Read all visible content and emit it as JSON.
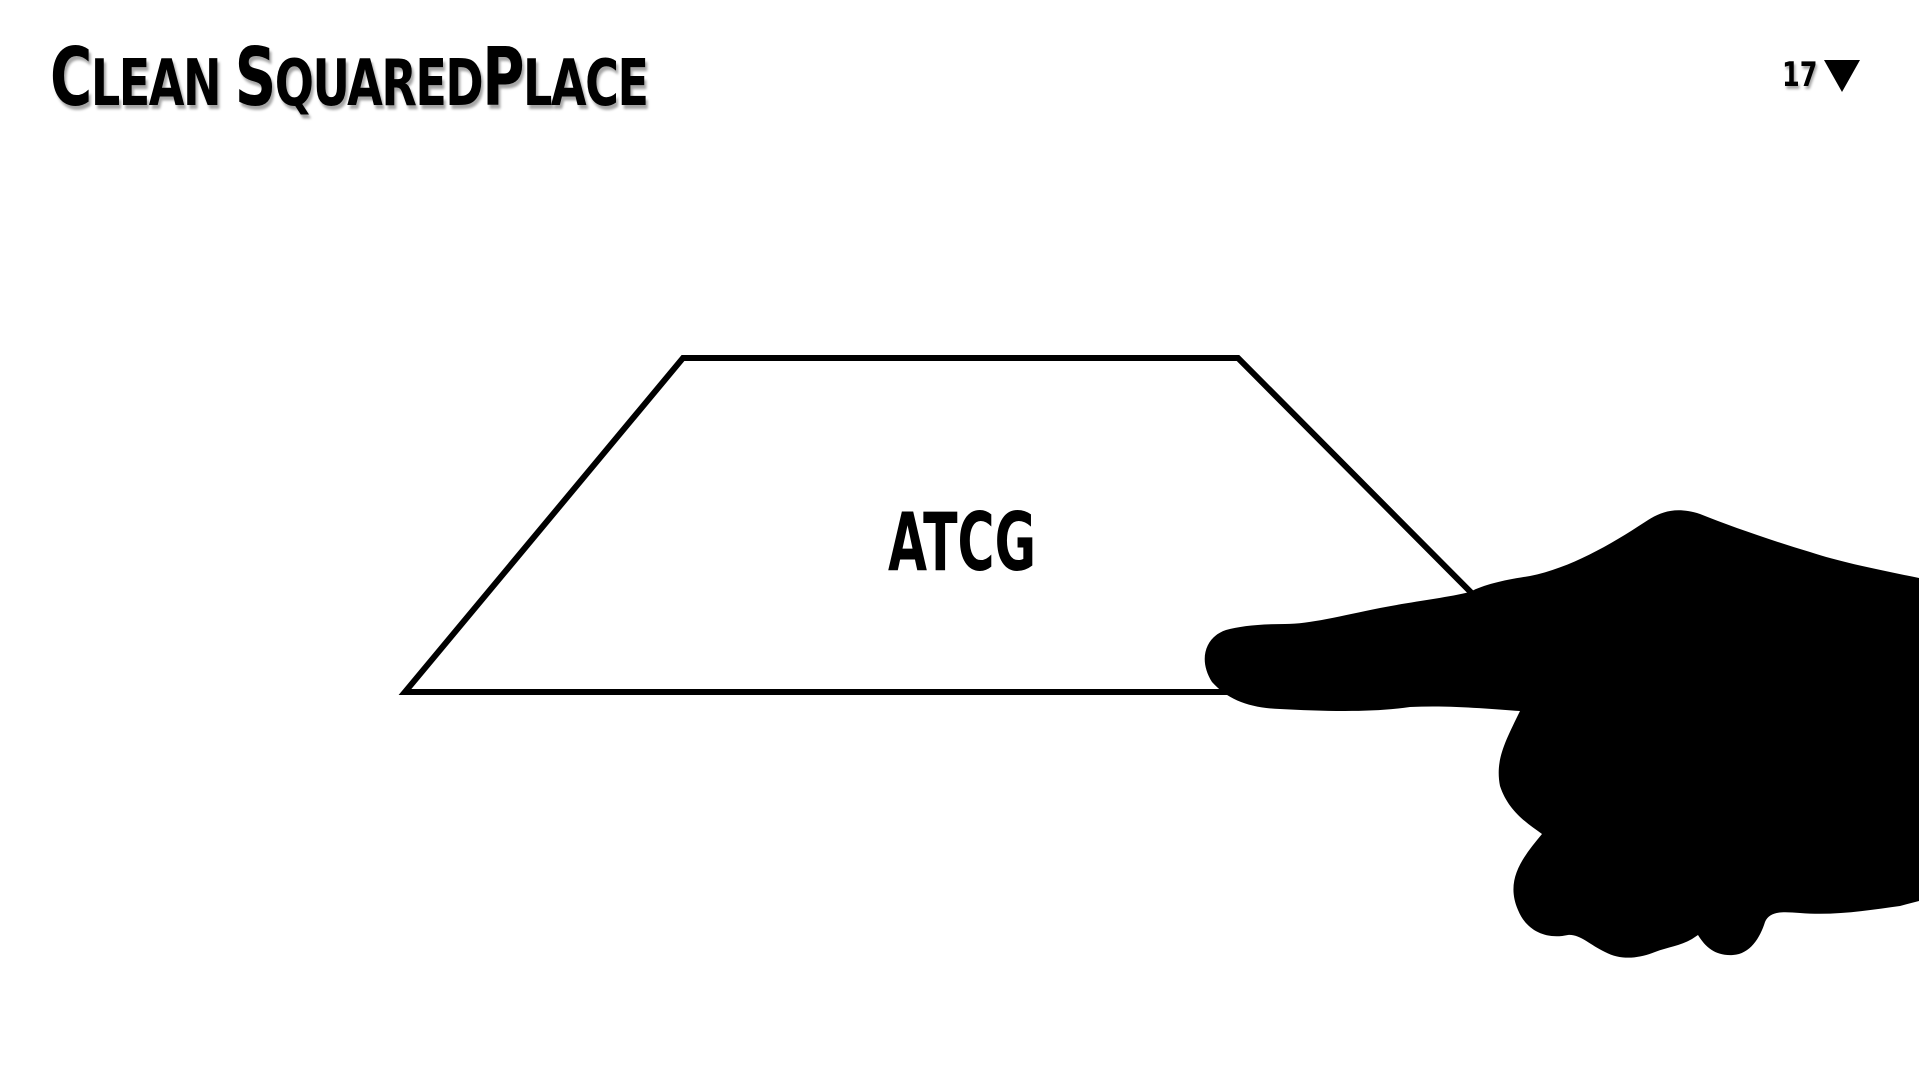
{
  "slide": {
    "title_cap1": "C",
    "title_rest1": "LEAN ",
    "title_cap2": "S",
    "title_rest2": "QUARED",
    "title_cap3": "P",
    "title_rest3": "LACE",
    "page_number": "17"
  },
  "diagram": {
    "shape_label": "ATCG"
  },
  "icons": {
    "nav": "triangle-down-icon",
    "hand": "pointing-hand-icon"
  },
  "colors": {
    "foreground": "#000000",
    "background": "#ffffff"
  }
}
